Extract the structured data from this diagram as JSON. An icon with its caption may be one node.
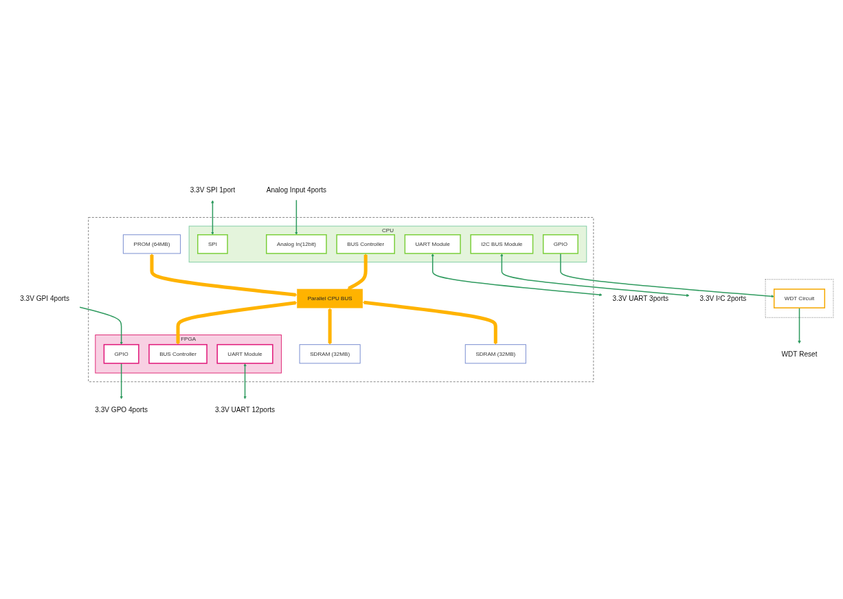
{
  "diagram": {
    "nodes": [
      {
        "text": [],
        "shape": "box"
      },
      {
        "text": [
          "CPU"
        ],
        "in": 0
      },
      {
        "text": [
          "SPI"
        ],
        "in": 1
      },
      {
        "text": [
          "Analog In(12bit)"
        ],
        "in": 1
      },
      {
        "text": [
          "GPIO"
        ],
        "in": 1
      },
      {
        "text": [
          "BUS Controller"
        ],
        "in": 1
      },
      {
        "text": [
          "UART Module"
        ],
        "in": 1
      },
      {
        "text": [
          "I2C BUS Module"
        ],
        "in": 1
      },
      {
        "text": [],
        "shape": "box"
      },
      {
        "text": [
          "WDT Circuit"
        ],
        "in": 8
      },
      {
        "text": [
          "PROM (64MB)"
        ],
        "in": 0
      },
      {
        "text": [
          "SDRAM (32MB)"
        ],
        "in": 0
      },
      {
        "text": [
          "SDRAM (32MB)"
        ],
        "in": 0
      },
      {
        "text": [
          "FPGA"
        ],
        "in": 0
      },
      {
        "text": [
          "GPIO"
        ],
        "in": 13
      },
      {
        "text": [
          "BUS Controller"
        ],
        "in": 13
      },
      {
        "text": [
          "UART Module"
        ],
        "in": 13
      },
      {
        "text": [
          "3.3V SPI 1port"
        ]
      },
      {
        "text": [
          "Analog Input 4ports"
        ]
      },
      {
        "text": [
          "WDT Reset"
        ]
      },
      {
        "text": [
          "3.3V UART 3ports"
        ]
      },
      {
        "text": [
          "3.3V I²C 2ports"
        ]
      },
      {
        "text": [
          "3.3V GPO 4ports"
        ]
      },
      {
        "text": [
          "3.3V GPI 4ports"
        ]
      },
      {
        "text": [
          "3.3V UART 12ports"
        ]
      },
      {
        "text": [
          "Parallel CPU BUS"
        ],
        "in": 0
      }
    ],
    "edges": [
      {
        "from": 17,
        "to": 2,
        "arrow": "both"
      },
      {
        "from": 18,
        "to": 3,
        "arrow": "to"
      },
      {
        "from": 4,
        "to": 9,
        "arrow": "to"
      },
      {
        "from": 9,
        "to": 19,
        "arrow": "to"
      },
      {
        "from": 6,
        "to": 20,
        "arrow": "both"
      },
      {
        "from": 7,
        "to": 21,
        "arrow": "both"
      },
      {
        "from": 5,
        "to": 25,
        "arrow": "both",
        "style": "thick",
        "color": "#ffb300"
      },
      {
        "from": 25,
        "to": 15,
        "arrow": "both",
        "style": "thick",
        "color": "#ffb300"
      },
      {
        "from": 10,
        "to": 25,
        "arrow": "both",
        "style": "thick",
        "color": "#ffb300"
      },
      {
        "from": 25,
        "to": 11,
        "arrow": "both",
        "style": "thick",
        "color": "#ffb300"
      },
      {
        "from": 25,
        "to": 12,
        "arrow": "both",
        "style": "thick",
        "color": "#ffb300"
      },
      {
        "from": 14,
        "to": 22,
        "arrow": "to"
      },
      {
        "from": 23,
        "to": 14,
        "arrow": "to"
      },
      {
        "from": 16,
        "to": 24,
        "arrow": "both"
      }
    ]
  }
}
